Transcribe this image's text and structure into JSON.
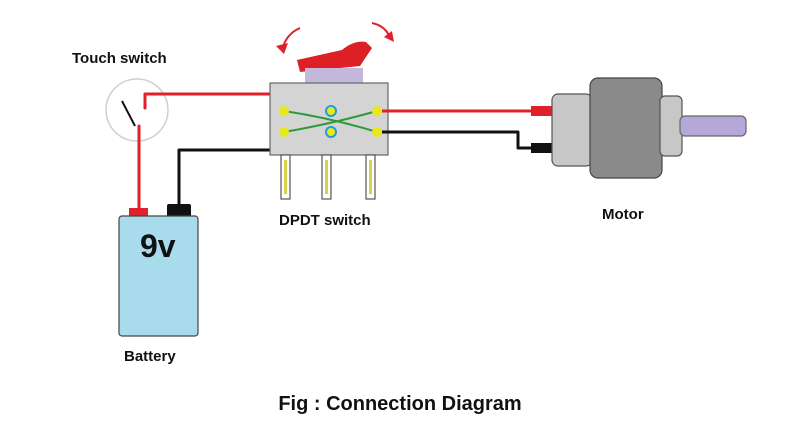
{
  "labels": {
    "touch_switch": "Touch switch",
    "dpdt_switch": "DPDT switch",
    "motor": "Motor",
    "battery": "Battery",
    "battery_voltage": "9v",
    "caption": "Fig : Connection Diagram"
  },
  "colors": {
    "positive_wire": "#e0202a",
    "negative_wire": "#111111",
    "battery_body": "#a8dced",
    "switch_body": "#d4d4d4",
    "rocker": "#dd1f26",
    "rocker_base": "#c3b8dc",
    "terminal_dot": "#e6ea1a",
    "terminal_ring": "#1e9fd6",
    "internal_link": "#2f9a3c",
    "motor_body": "#8a8a8a",
    "motor_cap": "#c7c7c7",
    "motor_shaft": "#b5a8d8",
    "arrow": "#e0202a"
  }
}
